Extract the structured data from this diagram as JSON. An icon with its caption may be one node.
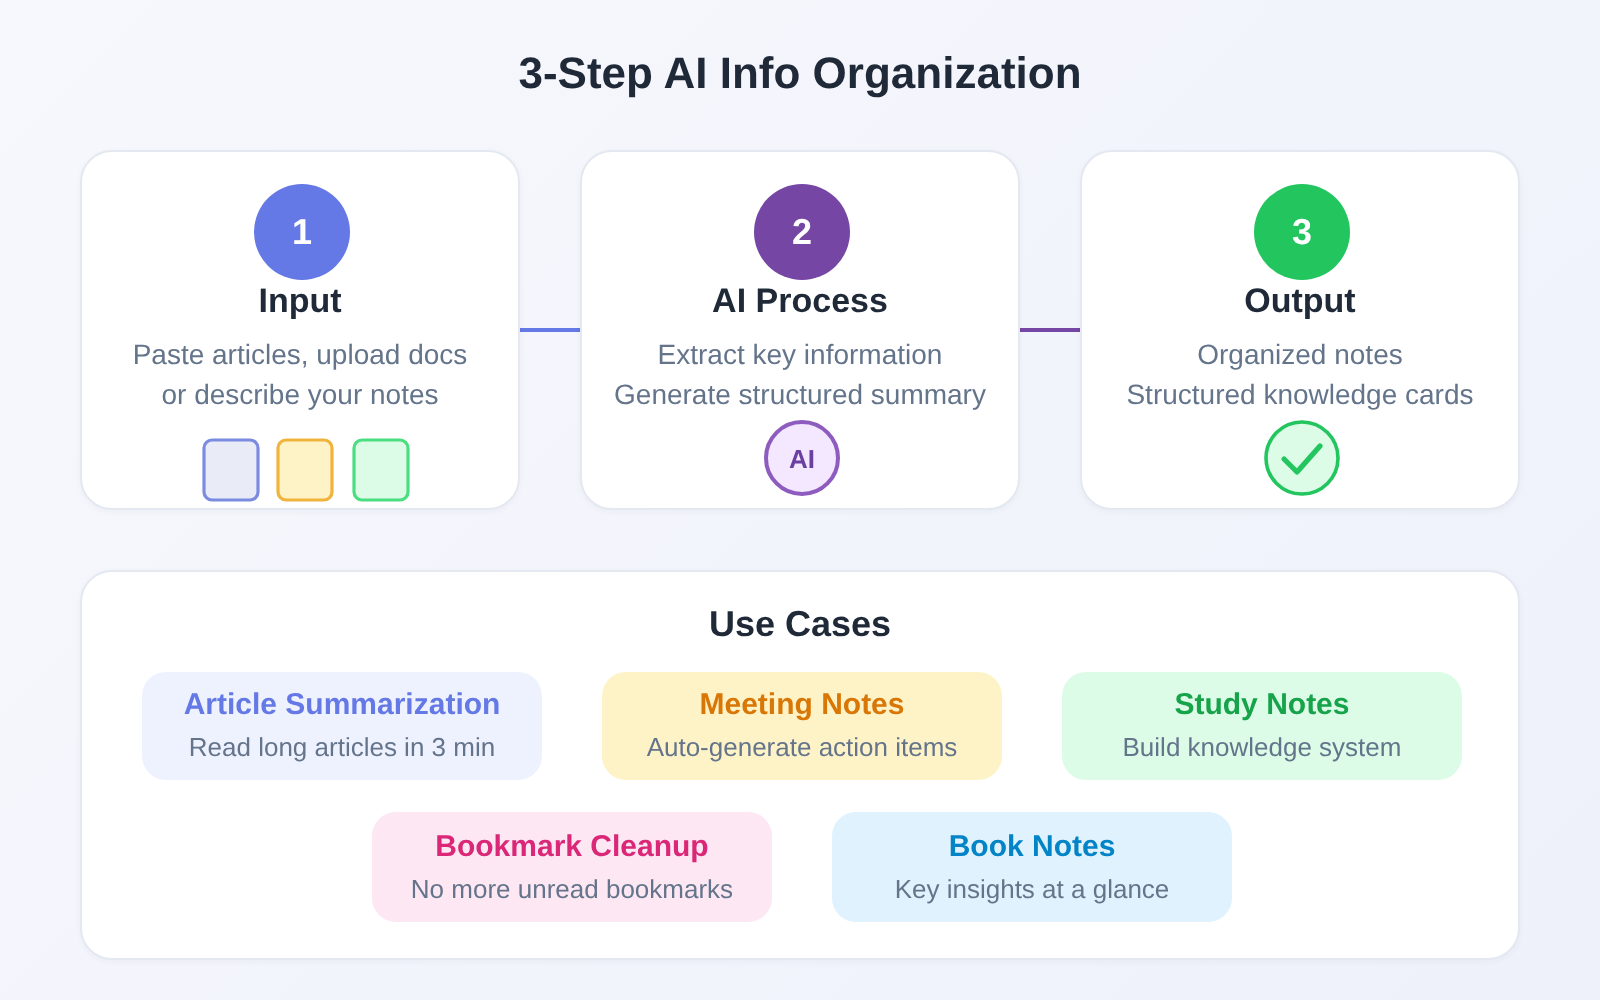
{
  "diagram": {
    "title": "3-Step AI Info Organization",
    "nodes": [
      {
        "text": [
          "Input",
          "Paste articles, upload docs or describe your notes"
        ]
      },
      {
        "text": [
          "1"
        ],
        "in": 0
      },
      {
        "text": [
          "AI Process",
          "Extract key information",
          "Generate structured summary"
        ]
      },
      {
        "text": [
          "2"
        ],
        "in": 2
      },
      {
        "text": [
          "AI"
        ],
        "in": 2
      },
      {
        "text": [
          "Output",
          "Organized notes",
          "Structured knowledge cards"
        ]
      },
      {
        "text": [
          "3"
        ],
        "in": 5
      },
      {
        "text": [
          "Use Cases"
        ]
      },
      {
        "text": [
          "Article Summarization",
          "Read long articles in 3 min"
        ],
        "in": 7
      },
      {
        "text": [
          "Meeting Notes",
          "Auto-generate action items"
        ],
        "in": 7
      },
      {
        "text": [
          "Study Notes",
          "Build knowledge system"
        ],
        "in": 7
      },
      {
        "text": [
          "Bookmark Cleanup",
          "No more unread bookmarks"
        ],
        "in": 7
      },
      {
        "text": [
          "Book Notes",
          "Key insights at a glance"
        ],
        "in": 7
      }
    ],
    "edges": [
      {
        "from": 0,
        "to": 2,
        "arrow": "none",
        "color": "#6478e6"
      },
      {
        "from": 2,
        "to": 5,
        "arrow": "none",
        "color": "#7546a3"
      }
    ]
  }
}
